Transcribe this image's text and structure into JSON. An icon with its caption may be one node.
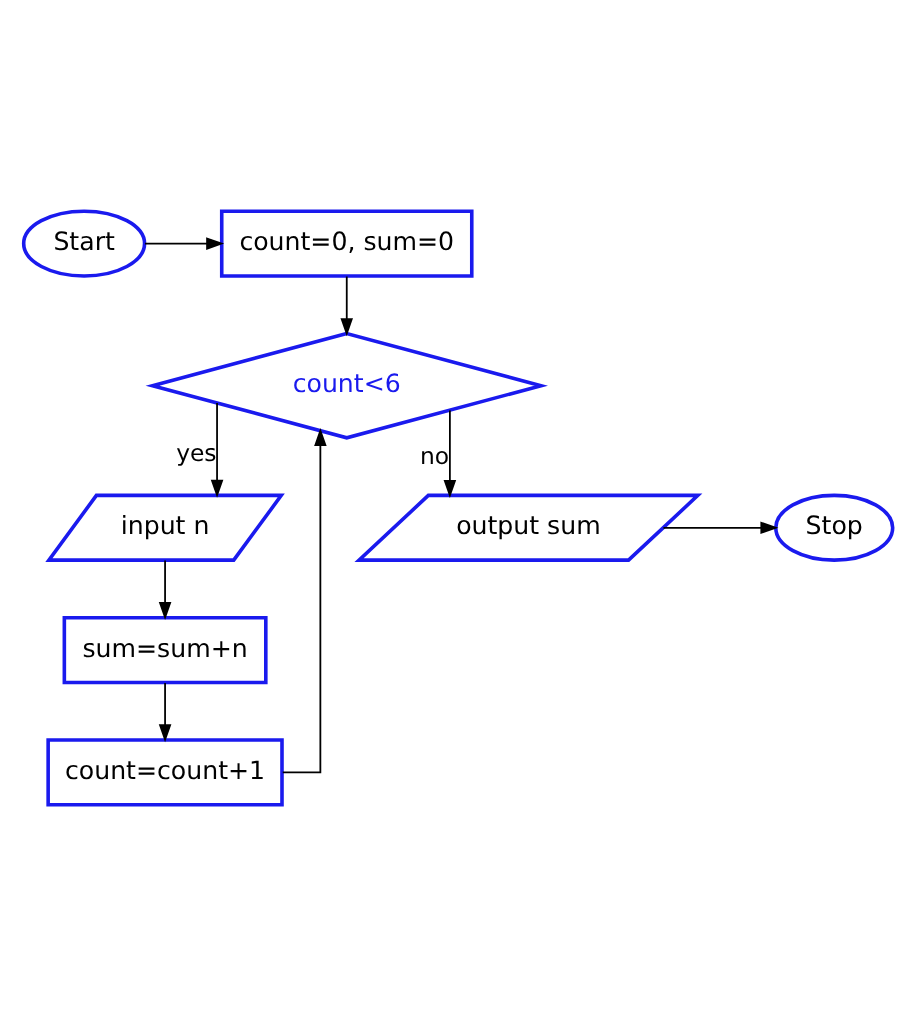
{
  "diagram": {
    "nodes": [
      {
        "text": [
          "Start"
        ]
      },
      {
        "text": [
          "count=0, sum=0"
        ]
      },
      {
        "text": [
          "count<6"
        ]
      },
      {
        "text": [
          "input n"
        ]
      },
      {
        "text": [
          "sum=sum+n"
        ]
      },
      {
        "text": [
          "count=count+1"
        ]
      },
      {
        "text": [
          "output sum"
        ]
      },
      {
        "text": [
          "Stop"
        ]
      }
    ],
    "edges": [
      {
        "from": 0,
        "to": 1,
        "arrow": "to"
      },
      {
        "from": 1,
        "to": 2,
        "arrow": "to"
      },
      {
        "from": 2,
        "to": 3,
        "label": "yes",
        "arrow": "to"
      },
      {
        "from": 3,
        "to": 4,
        "arrow": "to"
      },
      {
        "from": 4,
        "to": 5,
        "arrow": "to"
      },
      {
        "from": 5,
        "to": 2,
        "arrow": "to"
      },
      {
        "from": 2,
        "to": 6,
        "label": "no",
        "arrow": "to"
      },
      {
        "from": 6,
        "to": 7,
        "arrow": "to"
      }
    ]
  }
}
